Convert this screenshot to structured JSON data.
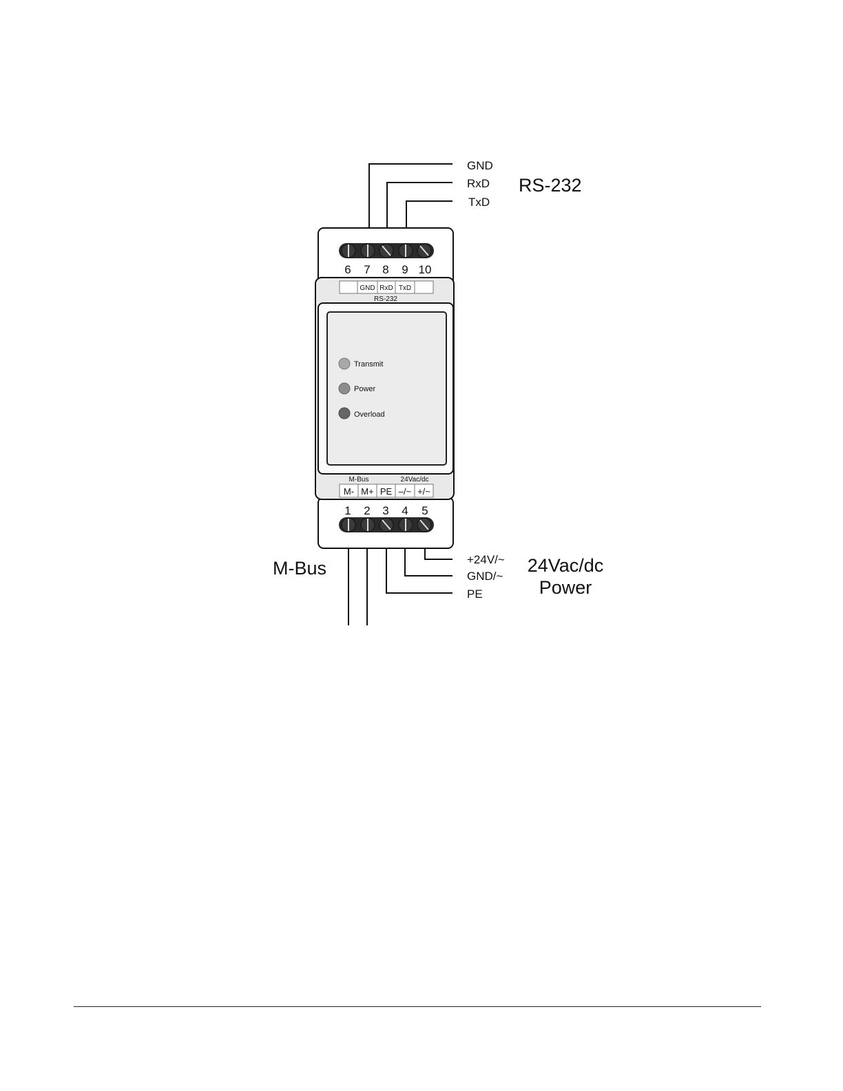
{
  "rs232_group": {
    "title": "RS-232",
    "signals": [
      "GND",
      "RxD",
      "TxD"
    ]
  },
  "power_group": {
    "title_line1": "24Vac/dc",
    "title_line2": "Power",
    "signals": [
      "+24V/~",
      "GND/~",
      "PE"
    ]
  },
  "mbus_group": {
    "title": "M-Bus"
  },
  "device": {
    "top_terminal_numbers": [
      "6",
      "7",
      "8",
      "9",
      "10"
    ],
    "bottom_terminal_numbers": [
      "1",
      "2",
      "3",
      "4",
      "5"
    ],
    "top_label_cells": [
      "GND",
      "RxD",
      "TxD"
    ],
    "top_label_caption": "RS-232",
    "bottom_group_labels": [
      "M-Bus",
      "24Vac/dc"
    ],
    "bottom_label_cells": [
      "M-",
      "M+",
      "PE",
      "–/~",
      "+/~"
    ],
    "leds": [
      {
        "label": "Transmit",
        "color": "#a8a8a8"
      },
      {
        "label": "Power",
        "color": "#8c8c8c"
      },
      {
        "label": "Overload",
        "color": "#666666"
      }
    ]
  }
}
